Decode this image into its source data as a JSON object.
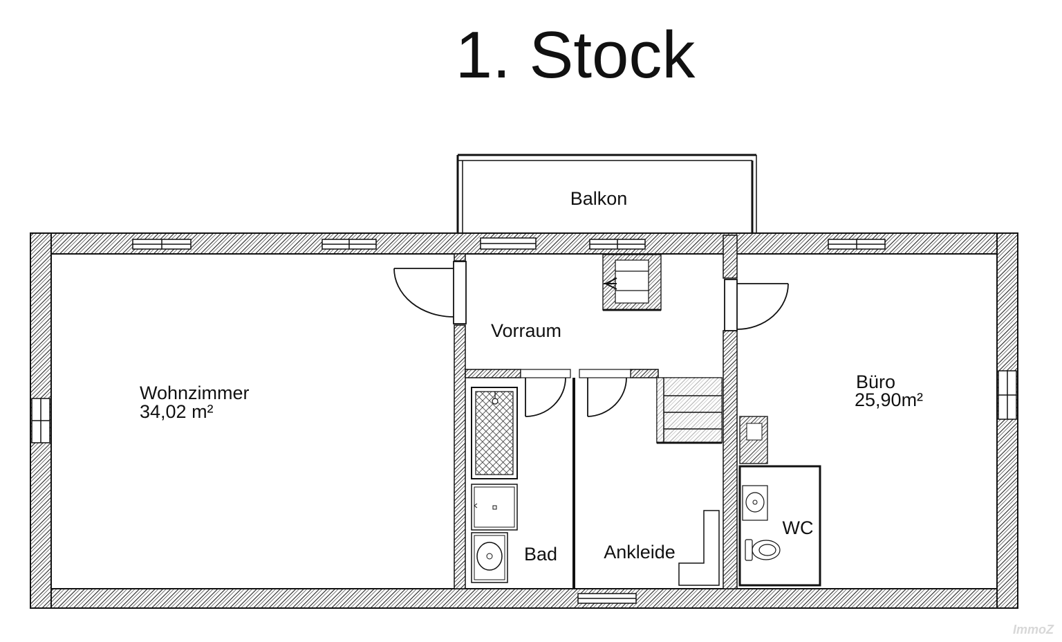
{
  "title": "1. Stock",
  "rooms": {
    "balkon": {
      "name": "Balkon"
    },
    "vorraum": {
      "name": "Vorraum"
    },
    "wohnzimmer": {
      "name": "Wohnzimmer",
      "area": "34,02 m²"
    },
    "buero": {
      "name": "Büro",
      "area": "25,90m²"
    },
    "bad": {
      "name": "Bad"
    },
    "ankleide": {
      "name": "Ankleide"
    },
    "wc": {
      "name": "WC"
    }
  },
  "watermark": "ImmoZ",
  "colors": {
    "line": "#111111",
    "background": "#ffffff",
    "hatch": "#222222"
  }
}
